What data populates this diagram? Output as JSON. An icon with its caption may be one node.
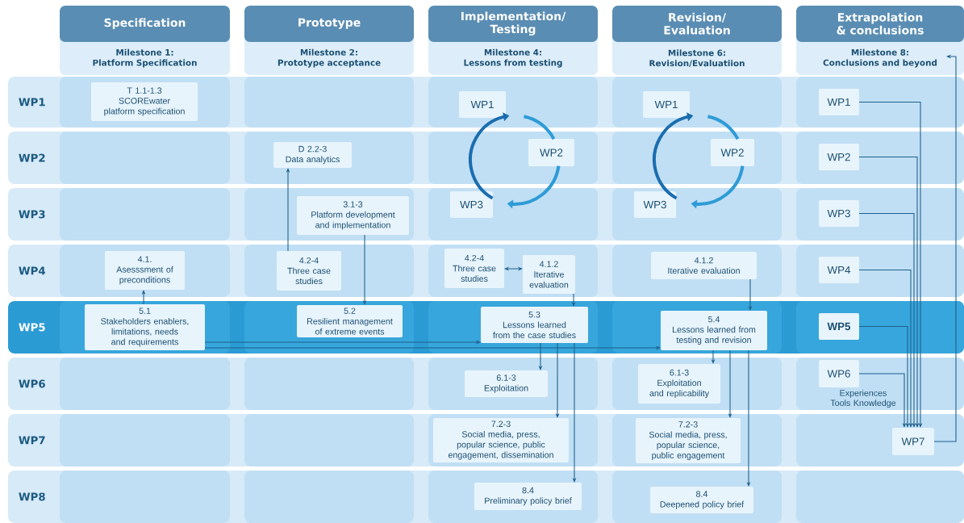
{
  "diagram": {
    "nodes": [
      {
        "text": [
          "Specification",
          "Milestone 1:",
          "Platform Specification"
        ]
      },
      {
        "text": [
          "Prototype",
          "Milestone 2:",
          "Prototype acceptance"
        ]
      },
      {
        "text": [
          "Implementation/ Testing",
          "Milestone 4:",
          "Lessons from testing"
        ]
      },
      {
        "text": [
          "Revision/ Evaluation",
          "Milestone 6:",
          "Revision/Evaluatiion"
        ]
      },
      {
        "text": [
          "Extrapolation & conclusions",
          "Milestone 8:",
          "Conclusions and beyond"
        ]
      },
      {
        "text": [
          "WP1"
        ]
      },
      {
        "text": [
          "T 1.1-1.3",
          "SCOREwater platform specification"
        ],
        "in": 5
      },
      {
        "text": [
          "WP1"
        ],
        "in": 5
      },
      {
        "text": [
          "WP1"
        ],
        "in": 5
      },
      {
        "text": [
          "WP1"
        ],
        "in": 5
      },
      {
        "text": [
          "WP2"
        ]
      },
      {
        "text": [
          "D 2.2-3",
          "Data analytics"
        ],
        "in": 10
      },
      {
        "text": [
          "WP2"
        ],
        "in": 10
      },
      {
        "text": [
          "WP2"
        ],
        "in": 10
      },
      {
        "text": [
          "WP2"
        ],
        "in": 10
      },
      {
        "text": [
          "WP3"
        ]
      },
      {
        "text": [
          "3.1-3",
          "Platform development and implementation"
        ],
        "in": 15
      },
      {
        "text": [
          "WP3"
        ],
        "in": 15
      },
      {
        "text": [
          "WP3"
        ],
        "in": 15
      },
      {
        "text": [
          "WP3"
        ],
        "in": 15
      },
      {
        "text": [
          "WP4"
        ]
      },
      {
        "text": [
          "4.1.",
          "Asesssment of preconditions"
        ],
        "in": 20
      },
      {
        "text": [
          "4.2-4",
          "Three case studies"
        ],
        "in": 20
      },
      {
        "text": [
          "4.2-4",
          "Three case studies"
        ],
        "in": 20
      },
      {
        "text": [
          "4.1.2",
          "Iterative evaluation"
        ],
        "in": 20
      },
      {
        "text": [
          "4.1.2",
          "Iterative evaluation"
        ],
        "in": 20
      },
      {
        "text": [
          "WP4"
        ],
        "in": 20
      },
      {
        "text": [
          "WP5"
        ]
      },
      {
        "text": [
          "5.1",
          "Stakeholders enablers, limitations, needs and requirements"
        ],
        "in": 27
      },
      {
        "text": [
          "5.2",
          "Resilient management of extreme events"
        ],
        "in": 27
      },
      {
        "text": [
          "5.3",
          "Lessons learned from the case studies"
        ],
        "in": 27
      },
      {
        "text": [
          "5.4",
          "Lessons learned from testing and revision"
        ],
        "in": 27
      },
      {
        "text": [
          "WP5"
        ],
        "in": 27
      },
      {
        "text": [
          "WP6"
        ]
      },
      {
        "text": [
          "6.1-3",
          "Exploitation"
        ],
        "in": 33
      },
      {
        "text": [
          "6.1-3",
          "Exploitation and replicability"
        ],
        "in": 33
      },
      {
        "text": [
          "WP6"
        ],
        "in": 33
      },
      {
        "text": [
          "WP7"
        ]
      },
      {
        "text": [
          "7.2-3",
          "Social media, press, popular science, public engagement, dissemination"
        ],
        "in": 37
      },
      {
        "text": [
          "7.2-3",
          "Social media, press, popular science, public engagement"
        ],
        "in": 37
      },
      {
        "text": [
          "WP7"
        ],
        "in": 37
      },
      {
        "text": [
          "WP8"
        ]
      },
      {
        "text": [
          "8.4",
          "Preliminary policy brief"
        ],
        "in": 41
      },
      {
        "text": [
          "8.4",
          "Deepened policy brief"
        ],
        "in": 41
      }
    ],
    "edges": [
      {
        "from": 28,
        "to": 21,
        "arrow": "to"
      },
      {
        "from": 22,
        "to": 11,
        "arrow": "to"
      },
      {
        "from": 16,
        "to": 29,
        "arrow": "to"
      },
      {
        "from": 28,
        "to": 30,
        "arrow": "to"
      },
      {
        "from": 28,
        "to": 31,
        "arrow": "to"
      },
      {
        "from": 23,
        "to": 24,
        "arrow": "both"
      },
      {
        "from": 24,
        "to": 30,
        "arrow": "to"
      },
      {
        "from": 30,
        "to": 34,
        "arrow": "to"
      },
      {
        "from": 30,
        "to": 38,
        "arrow": "to"
      },
      {
        "from": 30,
        "to": 42,
        "arrow": "to"
      },
      {
        "from": 25,
        "to": 31,
        "arrow": "to"
      },
      {
        "from": 31,
        "to": 35,
        "arrow": "to"
      },
      {
        "from": 31,
        "to": 39,
        "arrow": "to"
      },
      {
        "from": 31,
        "to": 43,
        "arrow": "to"
      },
      {
        "from": 17,
        "to": 7,
        "arrow": "to",
        "style": "thick",
        "color": "#1b6dae"
      },
      {
        "from": 7,
        "to": 12,
        "arrow": "none",
        "style": "thick",
        "color": "#2e9bd6"
      },
      {
        "from": 12,
        "to": 17,
        "arrow": "to",
        "style": "thick",
        "color": "#2e9bd6"
      },
      {
        "from": 18,
        "to": 8,
        "arrow": "to",
        "style": "thick",
        "color": "#1b6dae"
      },
      {
        "from": 8,
        "to": 13,
        "arrow": "none",
        "style": "thick",
        "color": "#2e9bd6"
      },
      {
        "from": 13,
        "to": 18,
        "arrow": "to",
        "style": "thick",
        "color": "#2e9bd6"
      },
      {
        "from": 9,
        "to": 40,
        "arrow": "to"
      },
      {
        "from": 14,
        "to": 40,
        "arrow": "to"
      },
      {
        "from": 19,
        "to": 40,
        "arrow": "to"
      },
      {
        "from": 26,
        "to": 40,
        "arrow": "to"
      },
      {
        "from": 32,
        "to": 40,
        "arrow": "to"
      },
      {
        "from": 36,
        "to": 40,
        "arrow": "to"
      },
      {
        "from": 40,
        "to": 4,
        "arrow": "to"
      }
    ],
    "labels": [
      "Experiences Tools Knowledge"
    ]
  }
}
